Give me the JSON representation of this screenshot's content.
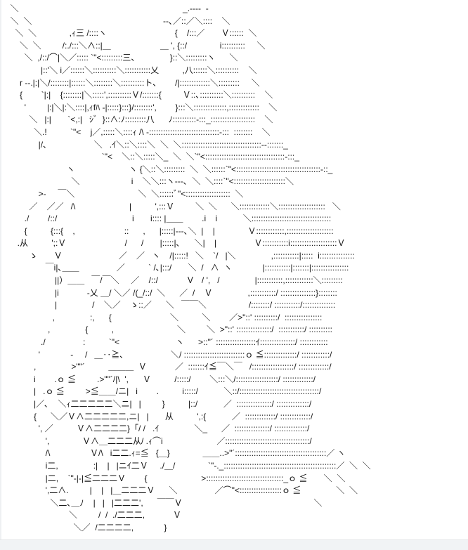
{
  "art": {
    "lines": [
      "  ＼                                                                      _.-‐‐‐  -",
      "  ＼  ＼                                                        ‐‐､／::／＼::::    ＼",
      "    ＼  ＼              ,ｨ三 /::::ヽ                             {    /:::／       Ｖ::::::  ＼",
      "      ＼  ＼         /:./:::＼∧::|＿                     ＿ ', {::/              i::::::::::     ＼",
      "        ＼  ,/::/⌒|＼／::::: `\"<:::::::::三、             }::＼:::::::::ヽ      ＼",
      "               |::'＼ i／::::::＼::::::::::＼:::::::::::乂          ,八::::::＼::::::::::    ＼",
      "      r ‐‐.|:|＼/::::::::|::::::＼::::::::＼::::::::::ト、      /|:::::::::::::＼:::::::::     ＼",
      "      {        `|:|    {::::::::|＼:::::',::::::::::Ｖ/:::::::{         Ｖ::､::::::::::＼::::::::::    ＼",
      "        '         |:|＼|:＼::::|,ｨfﾊ -|:::::}:::}/::::::::',        }:::＼::::::::::::::,:::::::::::::    ＼",
      "          ＼   |:|       `<,:|   ｼﾞ  }::∧:ﾉ:::::::::八      ﾉ::::::::::‐:::_:::::::::::::::::::    ＼",
      "            ＼.!          `\"<    j／,:::::＼::::ｨ /\\ ‐::::::::::::::::::::::::::::::‐:::  ::::::::    ＼",
      "              |/､                    ＼   .ｲ＼::＼::::＼  ＼  ＼::::::::::::::::::::::::::::::::::‐‐:::::::_",
      "                                         `\"<    ＼::＼:::::＼_  ＼  ＼`\"<::::::::::::::::::::::::::::::::::‐:::_",
      "                          ヽ                       ヽ {＼::＼:::::::::  ＼  ＼::::::`\"<::::::::::::::::::::::::::::::::::::‐::_",
      "                            ＼                      i    ＼＼:::ヽ‐‐‐､  ＼  ＼::::`\"<::::::::::::::::::::::＼",
      "              >‐     ￣＼                           ＼  ＼::::::ﾞ\"<:::::::::::::::::::  ＼",
      "          ／    ／／   /\\                       |          ',:::Ｖ         ＼  ＼      ＼:::::::::::::＼::::::::::::::::::::   ＼",
      "        ./        /::/                                i       i:::: |＿＿        .i    i           ＼::::::::::::::::::::::::::::::::::",
      "        {          {:::{    ,                     ::      ,      |:::::|‐‐‐､＼  |    |              Ｖ::::::::::::,::::::::::::::::::::",
      "     .从          ';:Ｖ                         /      /       |:::::|､      ＼|    |                Ｖ:::::::::::i::::::::::::::::::::Ｖ",
      "          ゝ       Ｖ                        ／    ／   ヽ    /|:::::!   ＼    `/   |＼               ,:::::::::::|:::::  i:::::::::::::::",
      "                 ￣i|､＿＿                ／          ` /､|:::/       ＼  /   ∧  ヽ             |:::::::::::|:::::::|::::::::::::::::",
      "                     ||）＿＿   ￣/￣＼     ／    /::/            Ｖ   / ',   /               |:::::::::::,::::::::::::＼:::::::::",
      "                     |i            ‐乂 ＿/ ＼／ /(_/::/  ＼      ／  /    Ｖ               ,:::::::::::/ :::::::::::::::}::::::::",
      "                     |               /    ＼／    ゝ::／      ＼   ￣￣＼                  /::::::::/ :::::::::::/::::::::::::::",
      "                    ,               :,      {                         ＼          ＼        ／>\"::' ::::::::::/  ::::::::::::::::",
      "                  ,               {          ,                           ＼         ＼  >\"::' :::::::::::::::/  :::::::::::/ ::::::::::",
      "               ./                :          `\"<                        ヽ      >::\"´ :::::::::::::::::ｲ:::::::::::::::/ ::::::::::::",
      "              '             -     /   ＿‥≧､                    ＼/ ::::::::::::::::::::::::::ｏ ≦::::::::::::::/ ::::::::::::/",
      "            ,               >\"\"´          ＿＿＿  Ｖ            ／  :::::::ｲ≦￣＼￣   /::::::::::::::::::/ :::::::::::::/",
      "            i        .ｏ ≦         .>\"\"´/|\\  ',      Ｖ          /:::::/        ＼:::＼/::::::::::::::::::/ :::::::::::::/",
      "            |   .ｏ ≦         >≦＿＿/ニ|   i        .          i:::::/           ＼::/::::::::::::::::::::::::::::::::::/",
      "            |／､    ＼ｨ二二二二二＼ニ|   |         }          |::/           ／  :::::::::::::::/ ::::::::::::::/",
      "            {      ＼／Ｖ∧二二二二二,ニ|   |       从          ',:{           ／  :::::::::::::/ :::::::::::::/",
      "              ', ／          Ｖ∧二二二二}「/ /   .ｲ               ＼_      ／  :::::::::::::::/ ::::::::::::::/",
      "                 ',              Ｖ∧＿二二二从/ .ｨ⌒i                       ／::::::::::::::::::::::::::::::::::::/",
      "                 /\\                 Ｖ/\\   i二二.ｨ=≦   {＿}              ＿＿..>\"´:::::::::::::::::::::::::::::::::::::::／ ヽ",
      "                 i二,               :|    |   |ニｲ二Ｖ     ./＿/              `\"‐._::::::::::::::::::::::::::::::::::::::::::::::::／  ＼  ＼",
      "                 |二,    `\"‐|‐|≦二二二Ｖ        {                       >:::::::::::::::::::::::::::::::::_ｏ ≦       ＼  ＼",
      "                 ',二∧.         |    |   |＿二二二Ｖ      ＼                ／⌒\"<::::::::::::::::::ｏ ≦               ＼  ＼",
      "                   ＼二､＿ﾉ    |   |   |二二二',      ￣￣Ｖ                                                        ＼",
      "                           ＼         /  /  ./二二二,            Ｖ",
      "                             ＼／  /二二二二,             }"
    ]
  }
}
